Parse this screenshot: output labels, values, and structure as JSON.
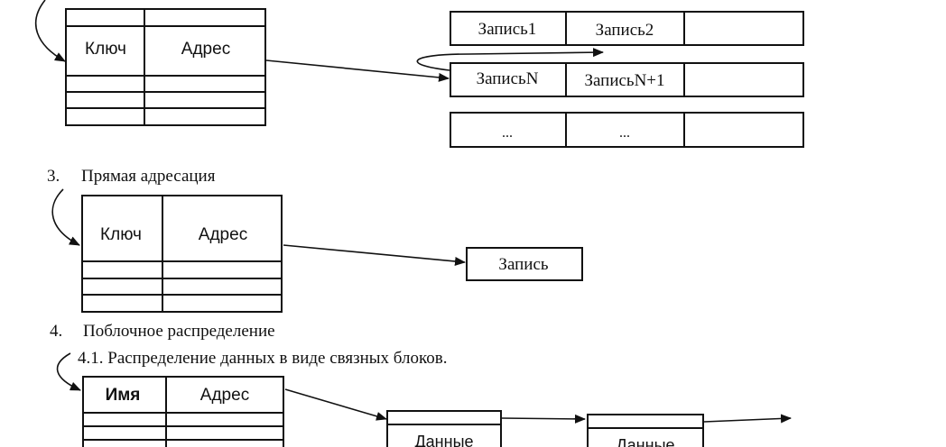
{
  "diagram1": {
    "index_key": "Ключ",
    "index_address": "Адрес",
    "blocks": [
      [
        "Запись1",
        "Запись2",
        ""
      ],
      [
        "ЗаписьN",
        "ЗаписьN+1",
        ""
      ],
      [
        "...",
        "...",
        ""
      ]
    ]
  },
  "section3": {
    "number": "3.",
    "title": "Прямая адресация",
    "index_key": "Ключ",
    "index_address": "Адрес",
    "record": "Запись"
  },
  "section4": {
    "number": "4.",
    "title": "Поблочное распределение",
    "subsection": "4.1. Распределение данных в виде связных блоков.",
    "index_name": "Имя",
    "index_address": "Адрес",
    "block1": "Данные",
    "block2": "Данные"
  }
}
